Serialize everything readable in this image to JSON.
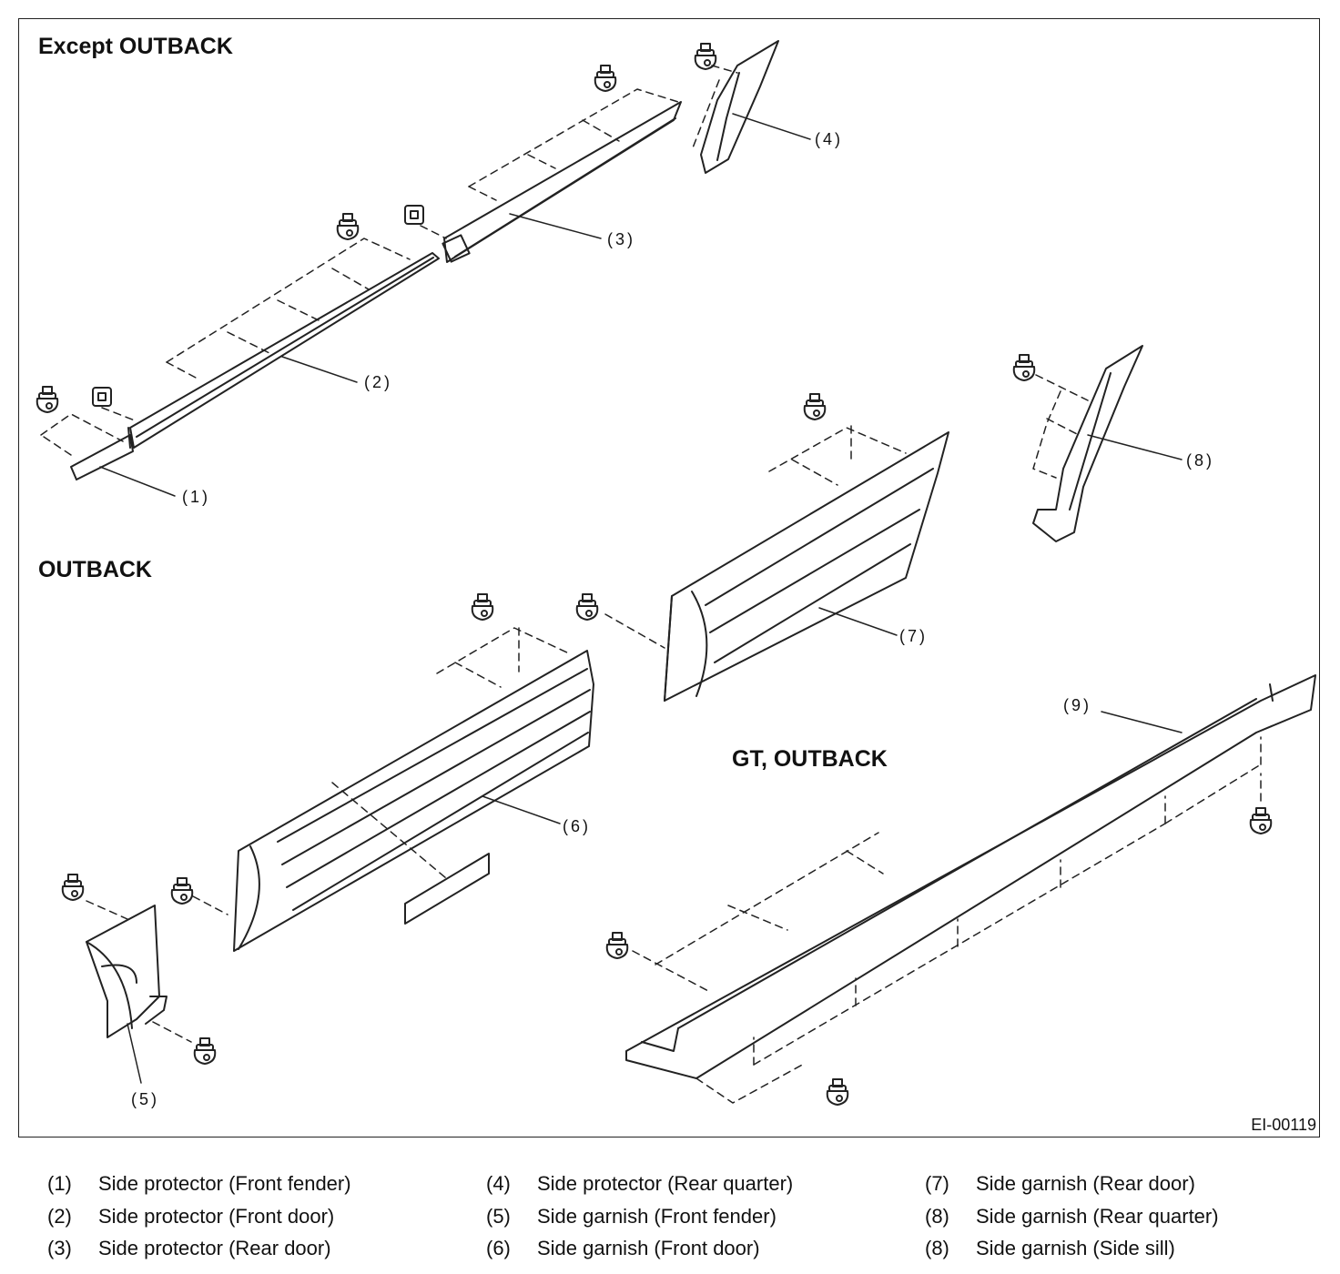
{
  "diagram": {
    "sections": {
      "except_outback": "Except OUTBACK",
      "outback": "OUTBACK",
      "gt_outback": "GT, OUTBACK"
    },
    "callouts": [
      "(1)",
      "(2)",
      "(3)",
      "(4)",
      "(5)",
      "(6)",
      "(7)",
      "(8)",
      "(9)"
    ],
    "figure_id": "EI-00119"
  },
  "legend": {
    "col1": [
      {
        "num": "(1)",
        "text": "Side protector (Front fender)"
      },
      {
        "num": "(2)",
        "text": "Side protector (Front door)"
      },
      {
        "num": "(3)",
        "text": "Side protector (Rear door)"
      }
    ],
    "col2": [
      {
        "num": "(4)",
        "text": "Side protector (Rear quarter)"
      },
      {
        "num": "(5)",
        "text": "Side garnish (Front fender)"
      },
      {
        "num": "(6)",
        "text": "Side garnish (Front door)"
      }
    ],
    "col3": [
      {
        "num": "(7)",
        "text": "Side garnish (Rear door)"
      },
      {
        "num": "(8)",
        "text": "Side garnish (Rear quarter)"
      },
      {
        "num": "(8)",
        "text": "Side garnish (Side sill)"
      }
    ]
  }
}
